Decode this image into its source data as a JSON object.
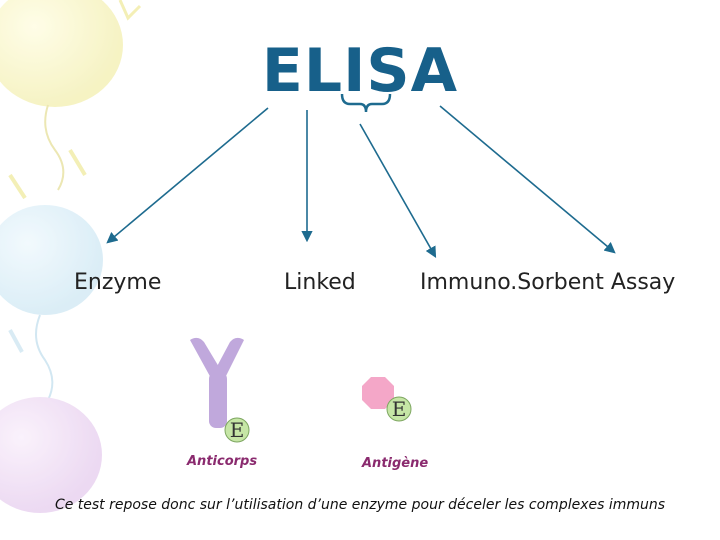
{
  "title": "ELISA",
  "words": {
    "enzyme": "Enzyme",
    "linked": "Linked",
    "immuno": "Immuno.Sorbent Assay"
  },
  "antibody": {
    "enzyme_letter": "E",
    "caption": "Anticorps"
  },
  "antigen": {
    "enzyme_letter": "E",
    "caption": "Antigène"
  },
  "note": "Ce test repose donc sur l’utilisation d’une enzyme pour déceler les complexes immuns",
  "colors": {
    "title": "#17608a",
    "arrows": "#1e6b8f",
    "antibody": "#c0a8dc",
    "antigen": "#f4a7c8",
    "enzyme_disc": "#c6e6a6",
    "caption": "#8a2a6e"
  }
}
